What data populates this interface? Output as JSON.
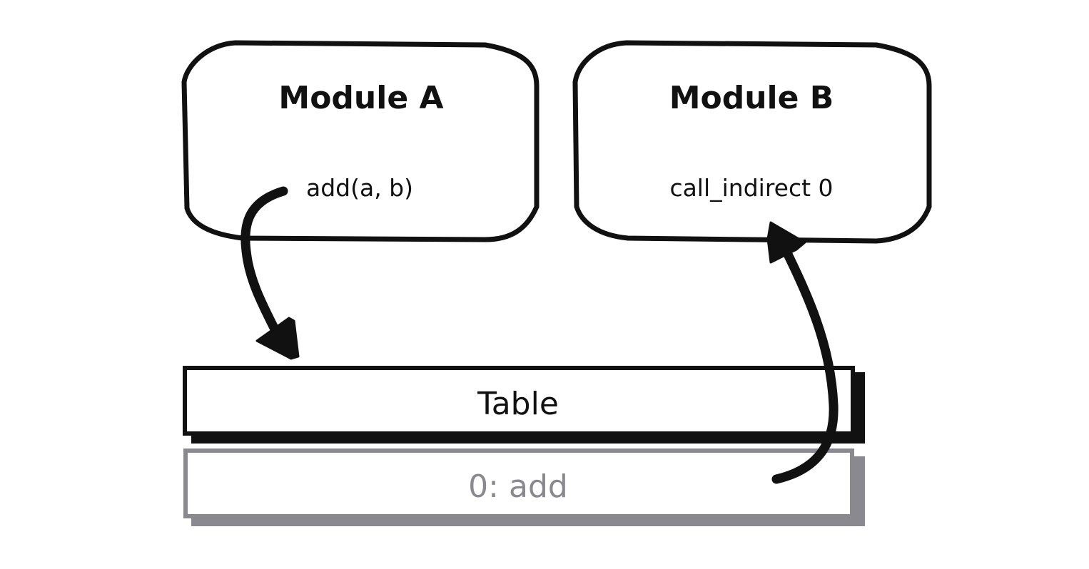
{
  "modules": [
    {
      "title": "Module A",
      "function": "add(a, b)"
    },
    {
      "title": "Module B",
      "function": "call_indirect 0"
    }
  ],
  "table": {
    "label": "Table",
    "entries": [
      "0: add"
    ]
  },
  "colors": {
    "stroke": "#111111",
    "entry_stroke": "#8a8990",
    "background": "#ffffff"
  }
}
